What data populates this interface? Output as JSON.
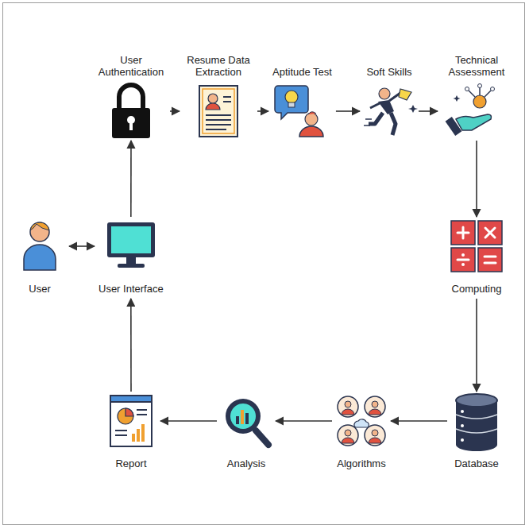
{
  "diagram": {
    "nodes": [
      {
        "text": [
          "User Authentication"
        ]
      },
      {
        "text": [
          "Resume Data Extraction"
        ]
      },
      {
        "text": [
          "Aptitude Test"
        ]
      },
      {
        "text": [
          "Soft Skills"
        ]
      },
      {
        "text": [
          "Technical Assessment"
        ]
      },
      {
        "text": [
          "User"
        ]
      },
      {
        "text": [
          "User Interface"
        ]
      },
      {
        "text": [
          "Computing"
        ]
      },
      {
        "text": [
          "Report"
        ]
      },
      {
        "text": [
          "Analysis"
        ]
      },
      {
        "text": [
          "Algorithms"
        ]
      },
      {
        "text": [
          "Database"
        ]
      }
    ],
    "edges": [
      {
        "from": 5,
        "to": 6,
        "arrow": "both"
      },
      {
        "from": 6,
        "to": 0,
        "arrow": "to"
      },
      {
        "from": 0,
        "to": 1,
        "arrow": "to"
      },
      {
        "from": 1,
        "to": 2,
        "arrow": "to"
      },
      {
        "from": 2,
        "to": 3,
        "arrow": "to"
      },
      {
        "from": 3,
        "to": 4,
        "arrow": "to"
      },
      {
        "from": 4,
        "to": 7,
        "arrow": "to"
      },
      {
        "from": 7,
        "to": 11,
        "arrow": "to"
      },
      {
        "from": 11,
        "to": 10,
        "arrow": "to"
      },
      {
        "from": 10,
        "to": 9,
        "arrow": "to"
      },
      {
        "from": 9,
        "to": 8,
        "arrow": "to"
      },
      {
        "from": 8,
        "to": 6,
        "arrow": "to"
      }
    ]
  }
}
